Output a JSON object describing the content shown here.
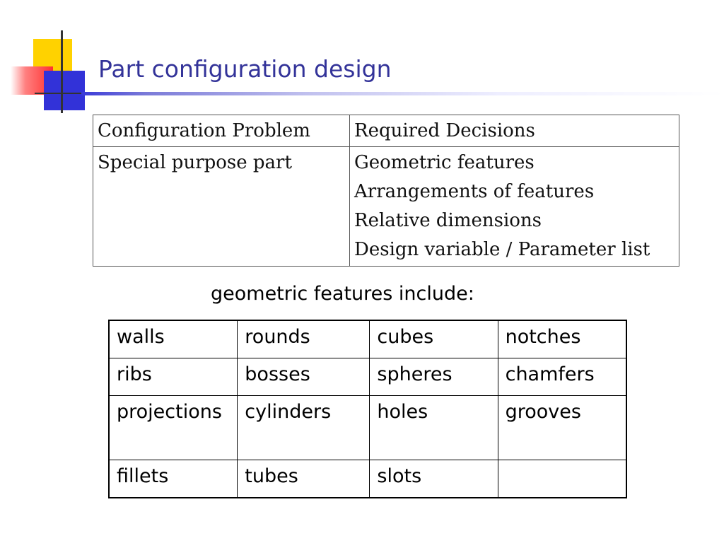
{
  "slide": {
    "title": "Part configuration design",
    "caption": "geometric features include:"
  },
  "config_table": {
    "headers": [
      "Configuration Problem",
      "Required Decisions"
    ],
    "problem": "Special purpose part",
    "decisions": [
      "Geometric features",
      "Arrangements of features",
      "Relative dimensions",
      "Design variable / Parameter list"
    ]
  },
  "features_table": {
    "rows": [
      [
        "walls",
        "rounds",
        "cubes",
        "notches"
      ],
      [
        "ribs",
        "bosses",
        "spheres",
        "chamfers"
      ],
      [
        "projections",
        "cylinders",
        "holes",
        "grooves"
      ],
      [
        "fillets",
        "tubes",
        "slots",
        ""
      ]
    ]
  },
  "colors": {
    "title": "#333399",
    "logo_yellow": "#ffd200",
    "logo_red": "#ff3030",
    "logo_blue": "#3232d8"
  }
}
